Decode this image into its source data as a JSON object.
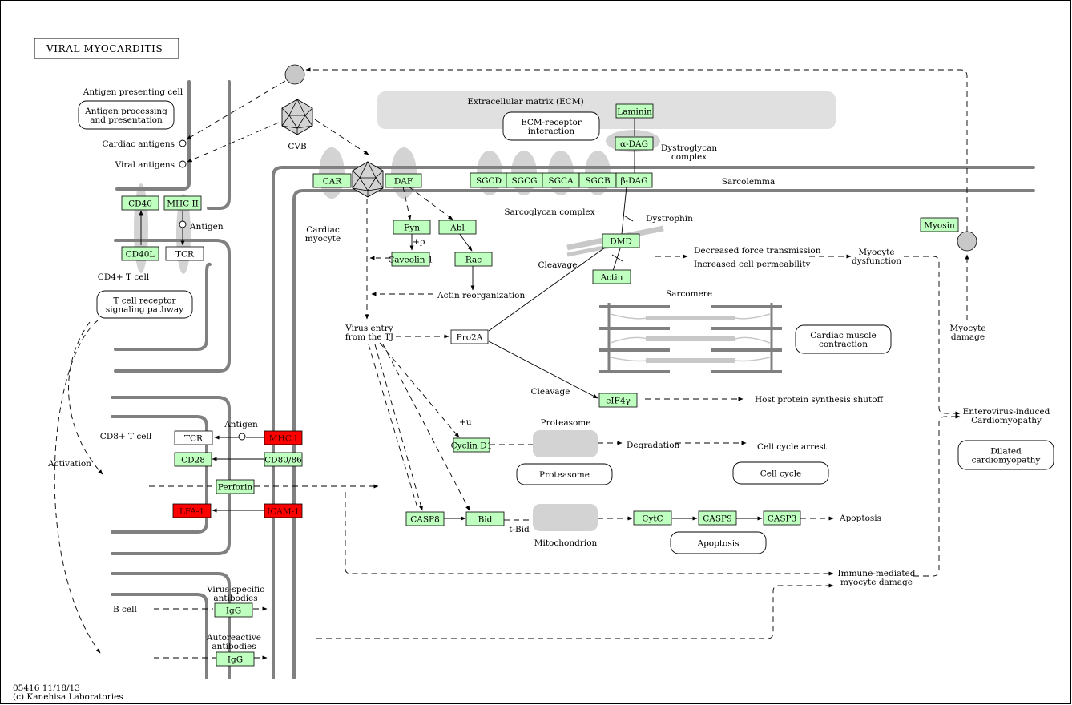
{
  "title": "VIRAL MYOCARDITIS",
  "footer": {
    "code": "05416 11/18/13",
    "copyright": "(c) Kanehisa Laboratories"
  },
  "colors": {
    "expressed": "#bfffbf",
    "highlighted": "#ff0000",
    "membrane": "#808080",
    "compartment": "#e0e0e0",
    "node": "#c8c8c8"
  },
  "genes": [
    {
      "id": "laminin",
      "label": "Laminin",
      "state": "green"
    },
    {
      "id": "a-dag",
      "label": "α-DAG",
      "state": "green"
    },
    {
      "id": "car",
      "label": "CAR",
      "state": "green"
    },
    {
      "id": "daf",
      "label": "DAF",
      "state": "green"
    },
    {
      "id": "sgcd",
      "label": "SGCD",
      "state": "green"
    },
    {
      "id": "sgcg",
      "label": "SGCG",
      "state": "green"
    },
    {
      "id": "sgca",
      "label": "SGCA",
      "state": "green"
    },
    {
      "id": "sgcb",
      "label": "SGCB",
      "state": "green"
    },
    {
      "id": "b-dag",
      "label": "β-DAG",
      "state": "green"
    },
    {
      "id": "cd40",
      "label": "CD40",
      "state": "green"
    },
    {
      "id": "mhc2",
      "label": "MHC II",
      "state": "green"
    },
    {
      "id": "cd40l",
      "label": "CD40L",
      "state": "green"
    },
    {
      "id": "tcr4",
      "label": "TCR",
      "state": "white"
    },
    {
      "id": "fyn",
      "label": "Fyn",
      "state": "green"
    },
    {
      "id": "abl",
      "label": "Abl",
      "state": "green"
    },
    {
      "id": "caveolin",
      "label": "Caveolin-1",
      "state": "green"
    },
    {
      "id": "rac",
      "label": "Rac",
      "state": "green"
    },
    {
      "id": "dmd",
      "label": "DMD",
      "state": "green"
    },
    {
      "id": "actin",
      "label": "Actin",
      "state": "green"
    },
    {
      "id": "myosin",
      "label": "Myosin",
      "state": "green"
    },
    {
      "id": "pro2a",
      "label": "Pro2A",
      "state": "white"
    },
    {
      "id": "eif4g",
      "label": "eIF4γ",
      "state": "green"
    },
    {
      "id": "tcr8",
      "label": "TCR",
      "state": "white"
    },
    {
      "id": "mhc1",
      "label": "MHC I",
      "state": "red"
    },
    {
      "id": "cd28",
      "label": "CD28",
      "state": "green"
    },
    {
      "id": "cd80",
      "label": "CD80/86",
      "state": "green"
    },
    {
      "id": "perforin",
      "label": "Perforin",
      "state": "green"
    },
    {
      "id": "lfa1",
      "label": "LFA-1",
      "state": "red"
    },
    {
      "id": "icam1",
      "label": "ICAM-1",
      "state": "red"
    },
    {
      "id": "cyclind",
      "label": "Cyclin D1",
      "state": "green"
    },
    {
      "id": "casp8",
      "label": "CASP8",
      "state": "green"
    },
    {
      "id": "bid",
      "label": "Bid",
      "state": "green"
    },
    {
      "id": "cytc",
      "label": "CytC",
      "state": "green"
    },
    {
      "id": "casp9",
      "label": "CASP9",
      "state": "green"
    },
    {
      "id": "casp3",
      "label": "CASP3",
      "state": "green"
    },
    {
      "id": "igg1",
      "label": "IgG",
      "state": "green"
    },
    {
      "id": "igg2",
      "label": "IgG",
      "state": "green"
    }
  ],
  "pathway_maps": [
    {
      "id": "antigen-processing",
      "lines": [
        "Antigen processing",
        "and presentation"
      ]
    },
    {
      "id": "ecm-receptor",
      "lines": [
        "ECM-receptor",
        "interaction"
      ]
    },
    {
      "id": "tcr-signaling",
      "lines": [
        "T cell receptor",
        "signaling pathway"
      ]
    },
    {
      "id": "cardiac-contraction",
      "lines": [
        "Cardiac muscle",
        "contraction"
      ]
    },
    {
      "id": "proteasome",
      "lines": [
        "Proteasome"
      ]
    },
    {
      "id": "cell-cycle",
      "lines": [
        "Cell cycle"
      ]
    },
    {
      "id": "apoptosis",
      "lines": [
        "Apoptosis"
      ]
    },
    {
      "id": "dilated-cm",
      "lines": [
        "Dilated",
        "cardiomyopathy"
      ]
    }
  ],
  "labels": {
    "antigen_presenting_cell": "Antigen presenting cell",
    "cardiac_antigens": "Cardiac antigens",
    "viral_antigens": "Viral antigens",
    "cvb": "CVB",
    "ecm": "Extracellular matrix (ECM)",
    "dystroglycan": [
      "Dystroglycan",
      "complex"
    ],
    "sarcolemma": "Sarcolemma",
    "sarcoglycan": "Sarcoglycan complex",
    "antigen1": "Antigen",
    "cardiac_myocyte": [
      "Cardiac",
      "myocyte"
    ],
    "plus_p": "+p",
    "dystrophin": "Dystrophin",
    "cd4": "CD4+ T cell",
    "decreased_force": "Decreased force transmission",
    "increased_perm": "Increased cell permeability",
    "myocyte_dysfunction": [
      "Myocyte",
      "dysfunction"
    ],
    "cleavage1": "Cleavage",
    "actin_reorg": "Actin reorganization",
    "sarcomere": "Sarcomere",
    "virus_entry": [
      "Virus entry",
      "from the TJ"
    ],
    "myocyte_damage": [
      "Myocyte",
      "damage"
    ],
    "cleavage2": "Cleavage",
    "host_protein": "Host protein synthesis shutoff",
    "enterovirus": [
      "Enterovirus-induced",
      "Cardiomyopathy"
    ],
    "antigen2": "Antigen",
    "proteasome_lbl": "Proteasome",
    "plus_u": "+u",
    "cd8": "CD8+ T cell",
    "degradation": "Degradation",
    "cell_cycle_arrest": "Cell cycle arrest",
    "activation": "Activation",
    "apoptosis_lbl": "Apoptosis",
    "tbid": "t-Bid",
    "mitochondrion": "Mitochondrion",
    "immune_mediated": [
      "Immune-mediated",
      "myocyte damage"
    ],
    "bcell": "B cell",
    "virus_specific": [
      "Virus-specific",
      "antibodies"
    ],
    "autoreactive": [
      "Autoreactive",
      "antibodies"
    ]
  }
}
